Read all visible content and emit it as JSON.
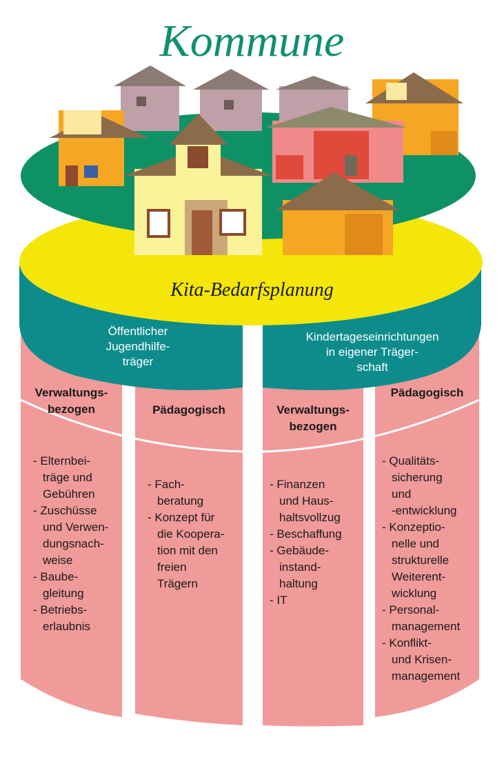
{
  "title": "Kommune",
  "band_label": "Kita-Bedarfsplanung",
  "groups": [
    {
      "label": "Öffentlicher\nJugendhilfe-\nträger"
    },
    {
      "label": "Kindertageseinrichtungen\nin eigener Träger-\nschaft"
    }
  ],
  "columns": [
    {
      "heading": "Verwaltungs-\nbezogen",
      "items": [
        "- Elternbei-\nträge und\nGebühren",
        "- Zuschüsse\nund Verwen-\ndungsnach-\nweise",
        "- Baube-\ngleitung",
        "- Betriebs-\nerlaubnis"
      ]
    },
    {
      "heading": "Pädagogisch",
      "items": [
        "- Fach-\nberatung",
        "- Konzept für\ndie Koopera-\ntion mit den\nfreien\nTrägern"
      ]
    },
    {
      "heading": "Verwaltungs-\nbezogen",
      "items": [
        "- Finanzen\nund Haus-\nhaltsvollzug",
        "- Beschaffung",
        "- Gebäude-\ninstand-\nhaltung",
        "- IT"
      ]
    },
    {
      "heading": "Pädagogisch",
      "items": [
        "- Qualitäts-\nsicherung\nund\n-entwicklung",
        "- Konzeptio-\nnelle und\nstrukturelle\nWeiterent-\nwicklung",
        "- Personal-\nmanagement",
        "- Konflikt-\nund Krisen-\nmanagement"
      ]
    }
  ],
  "colors": {
    "title": "#0f8f72",
    "island": "#0f9166",
    "yellow_band": "#f5e60a",
    "teal_band": "#0e8c8c",
    "columns": "#f09a9a"
  },
  "icons": [
    "house-icon"
  ]
}
